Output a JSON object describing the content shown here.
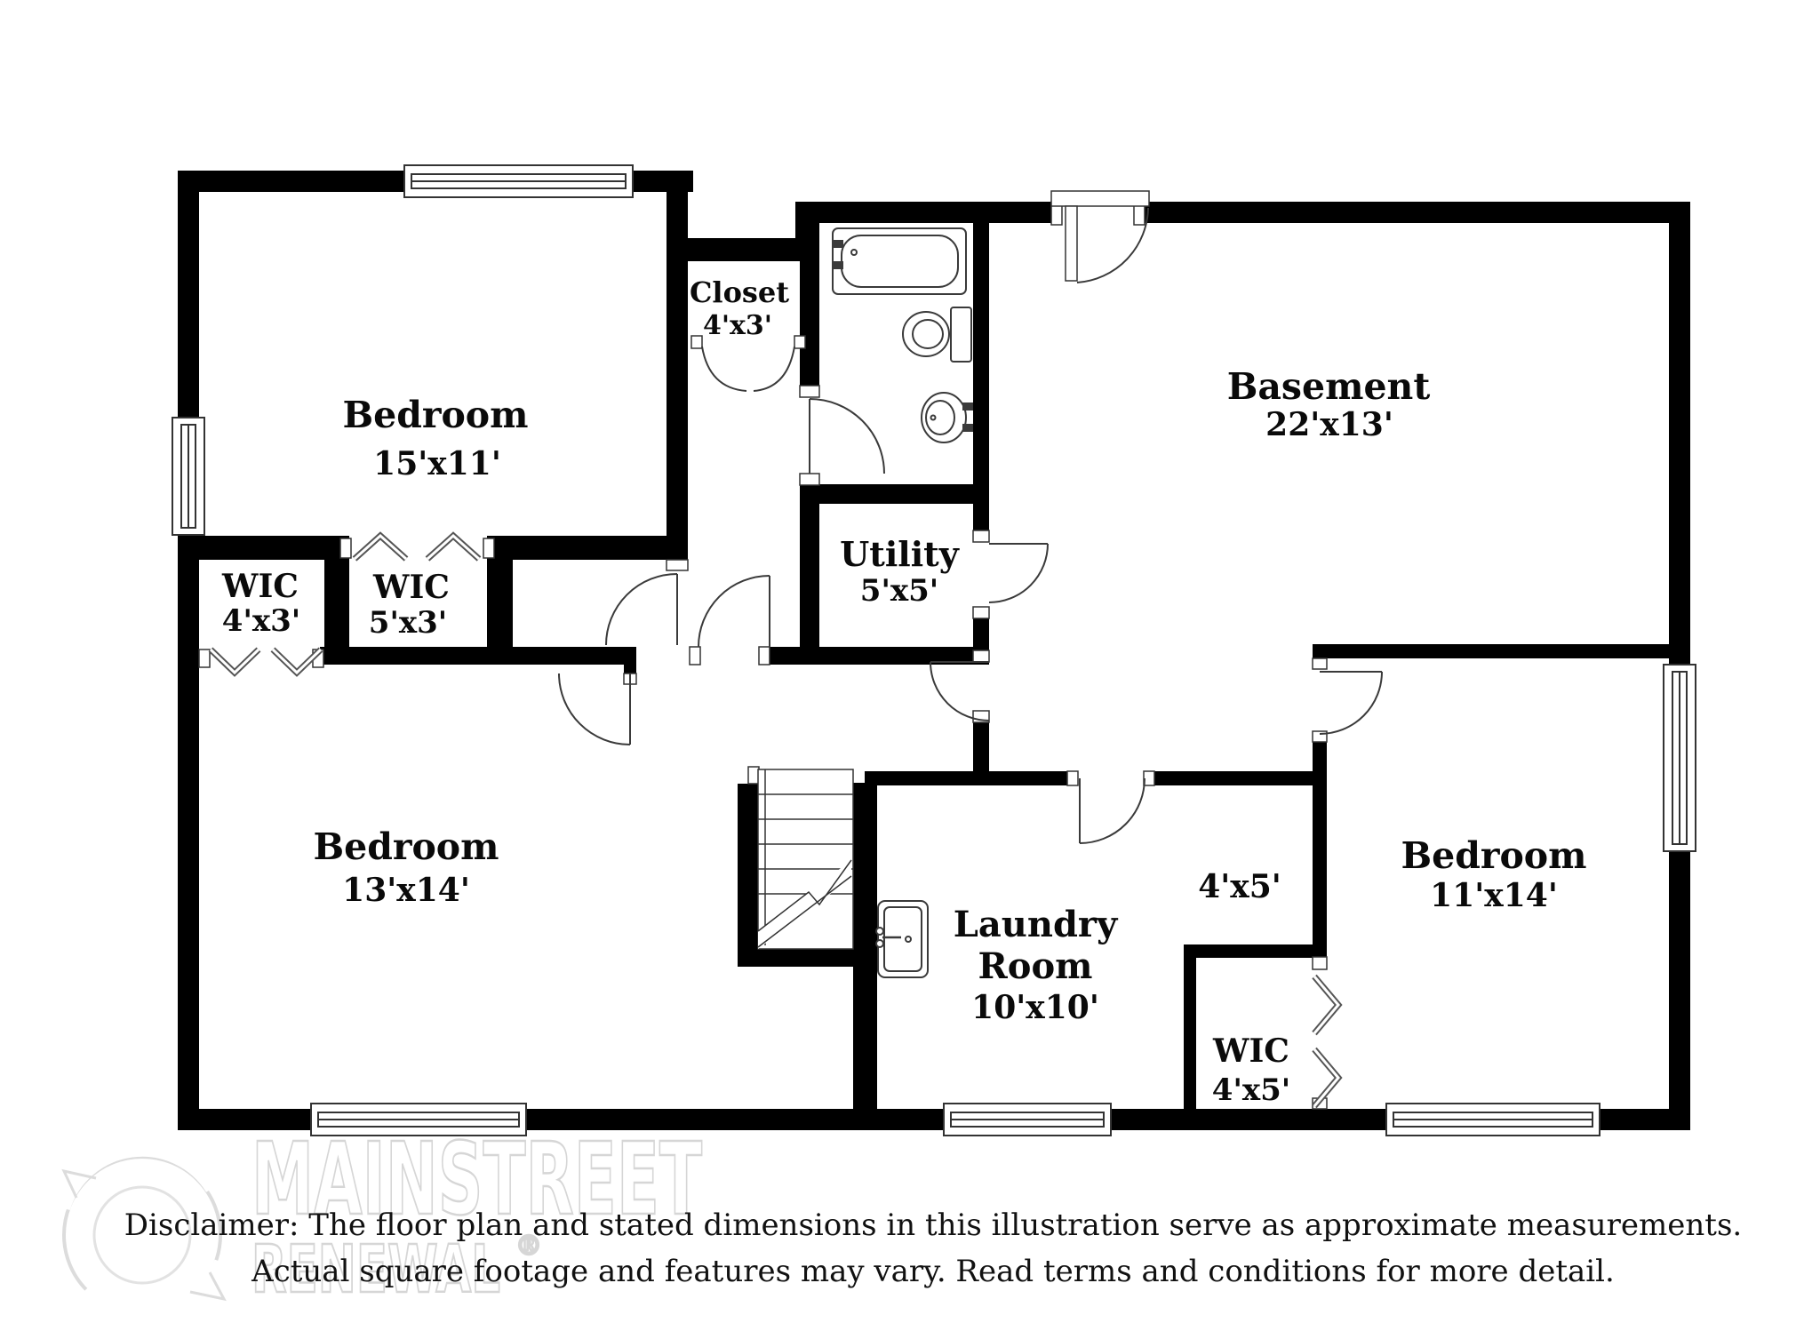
{
  "rooms": {
    "bedroom_top_left": {
      "name": "Bedroom",
      "dims": "15'x11'"
    },
    "closet": {
      "name": "Closet",
      "dims": "4'x3'"
    },
    "basement": {
      "name": "Basement",
      "dims": "22'x13'"
    },
    "wic_4x3": {
      "name": "WIC",
      "dims": "4'x3'"
    },
    "wic_5x3": {
      "name": "WIC",
      "dims": "5'x3'"
    },
    "utility": {
      "name": "Utility",
      "dims": "5'x5'"
    },
    "bedroom_bottom_left": {
      "name": "Bedroom",
      "dims": "13'x14'"
    },
    "laundry": {
      "name_line1": "Laundry",
      "name_line2": "Room",
      "dims": "10'x10'"
    },
    "nook": {
      "dims": "4'x5'"
    },
    "wic_4x5": {
      "name": "WIC",
      "dims": "4'x5'"
    },
    "bedroom_bottom_right": {
      "name": "Bedroom",
      "dims": "11'x14'"
    }
  },
  "watermark": {
    "brand_line1": "MAINSTREET",
    "brand_line2": "RENEWAL",
    "registered_mark": "®"
  },
  "disclaimer": {
    "line1": "Disclaimer: The floor plan and stated dimensions in this illustration serve as approximate measurements.",
    "line2": "Actual square footage and features may vary. Read terms and conditions for more detail."
  },
  "fixtures": {
    "bathtub": "bathtub-icon",
    "toilet": "toilet-icon",
    "bathroom_sink": "sink-icon",
    "laundry_sink": "laundry-sink-icon",
    "staircase": "staircase-icon"
  },
  "colors": {
    "walls": "#000000",
    "fixture_lines": "#3a3a3a",
    "watermark": "#d6d6d6",
    "label_text": "#0a0a0a"
  }
}
